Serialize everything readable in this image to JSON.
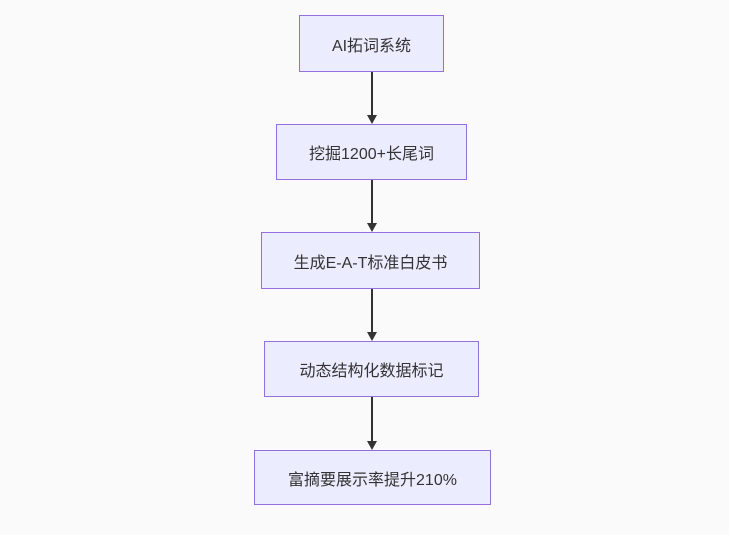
{
  "diagram": {
    "type": "flowchart-top-down",
    "background_color": "#fafafa",
    "node_fill_color": "#ECECFF",
    "node_border_color": "#9370DB",
    "arrow_color": "#333333",
    "text_color": "#333333",
    "nodes": [
      {
        "id": "n1",
        "label": "AI拓词系统"
      },
      {
        "id": "n2",
        "label": "挖掘1200+长尾词"
      },
      {
        "id": "n3",
        "label": "生成E-A-T标准白皮书"
      },
      {
        "id": "n4",
        "label": "动态结构化数据标记"
      },
      {
        "id": "n5",
        "label": "富摘要展示率提升210%"
      }
    ],
    "edges": [
      {
        "from": "n1",
        "to": "n2"
      },
      {
        "from": "n2",
        "to": "n3"
      },
      {
        "from": "n3",
        "to": "n4"
      },
      {
        "from": "n4",
        "to": "n5"
      }
    ]
  }
}
